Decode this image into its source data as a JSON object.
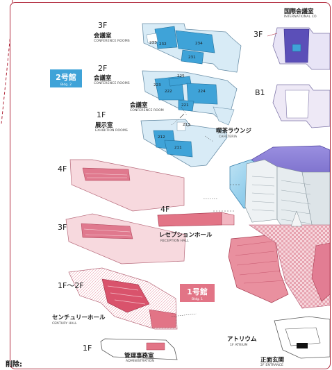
{
  "bldg2": {
    "name": "2号館",
    "sub": "Bldg. 2",
    "f3": {
      "floor": "3F",
      "jp": "会議室",
      "en": "CONFERENCE ROOMS",
      "rooms": [
        "233",
        "232",
        "234",
        "231"
      ]
    },
    "f2": {
      "floor": "2F",
      "jp": "会議室",
      "en": "CONFERENCE ROOMS",
      "rooms": [
        "225",
        "223",
        "222",
        "224",
        "221"
      ]
    },
    "f1": {
      "floor": "1F",
      "conf_jp": "会議室",
      "conf_en": "CONFERENCE ROOM",
      "exh_jp": "展示室",
      "exh_en": "EXHIBITION ROOMS",
      "rooms": [
        "213",
        "212",
        "211"
      ],
      "cafe_jp": "喫茶ラウンジ",
      "cafe_en": "CAFETERIA"
    }
  },
  "intl": {
    "jp": "国際会議室",
    "en": "INTERNATIONAL CO",
    "floor_3f": "3F",
    "floor_b1": "B1"
  },
  "bldg1": {
    "name": "1号館",
    "sub": "Bldg. 1",
    "f4": "4F",
    "f3": "3F",
    "f1_2": "1F～2F",
    "f1": "1F",
    "reception_floor": "4F",
    "reception_jp": "レセプションホール",
    "reception_en": "RECEPTION HALL",
    "century_jp": "センチュリーホール",
    "century_en": "CENTURY HALL",
    "admin_jp": "管理事務室",
    "admin_en": "ADMINISTRATION",
    "atrium_jp": "アトリウム",
    "atrium_en": "1F ATRIUM",
    "entrance_jp": "正面玄関",
    "entrance_en": "2F ENTRANCE"
  },
  "footer": {
    "deleted": "削除:"
  },
  "colors": {
    "blue": "#3fa3d8",
    "lightblue": "#d8ebf6",
    "pink": "#f4c4cc",
    "red": "#d95b72",
    "purple": "#7b6fc6",
    "frame": "#b0273a"
  }
}
